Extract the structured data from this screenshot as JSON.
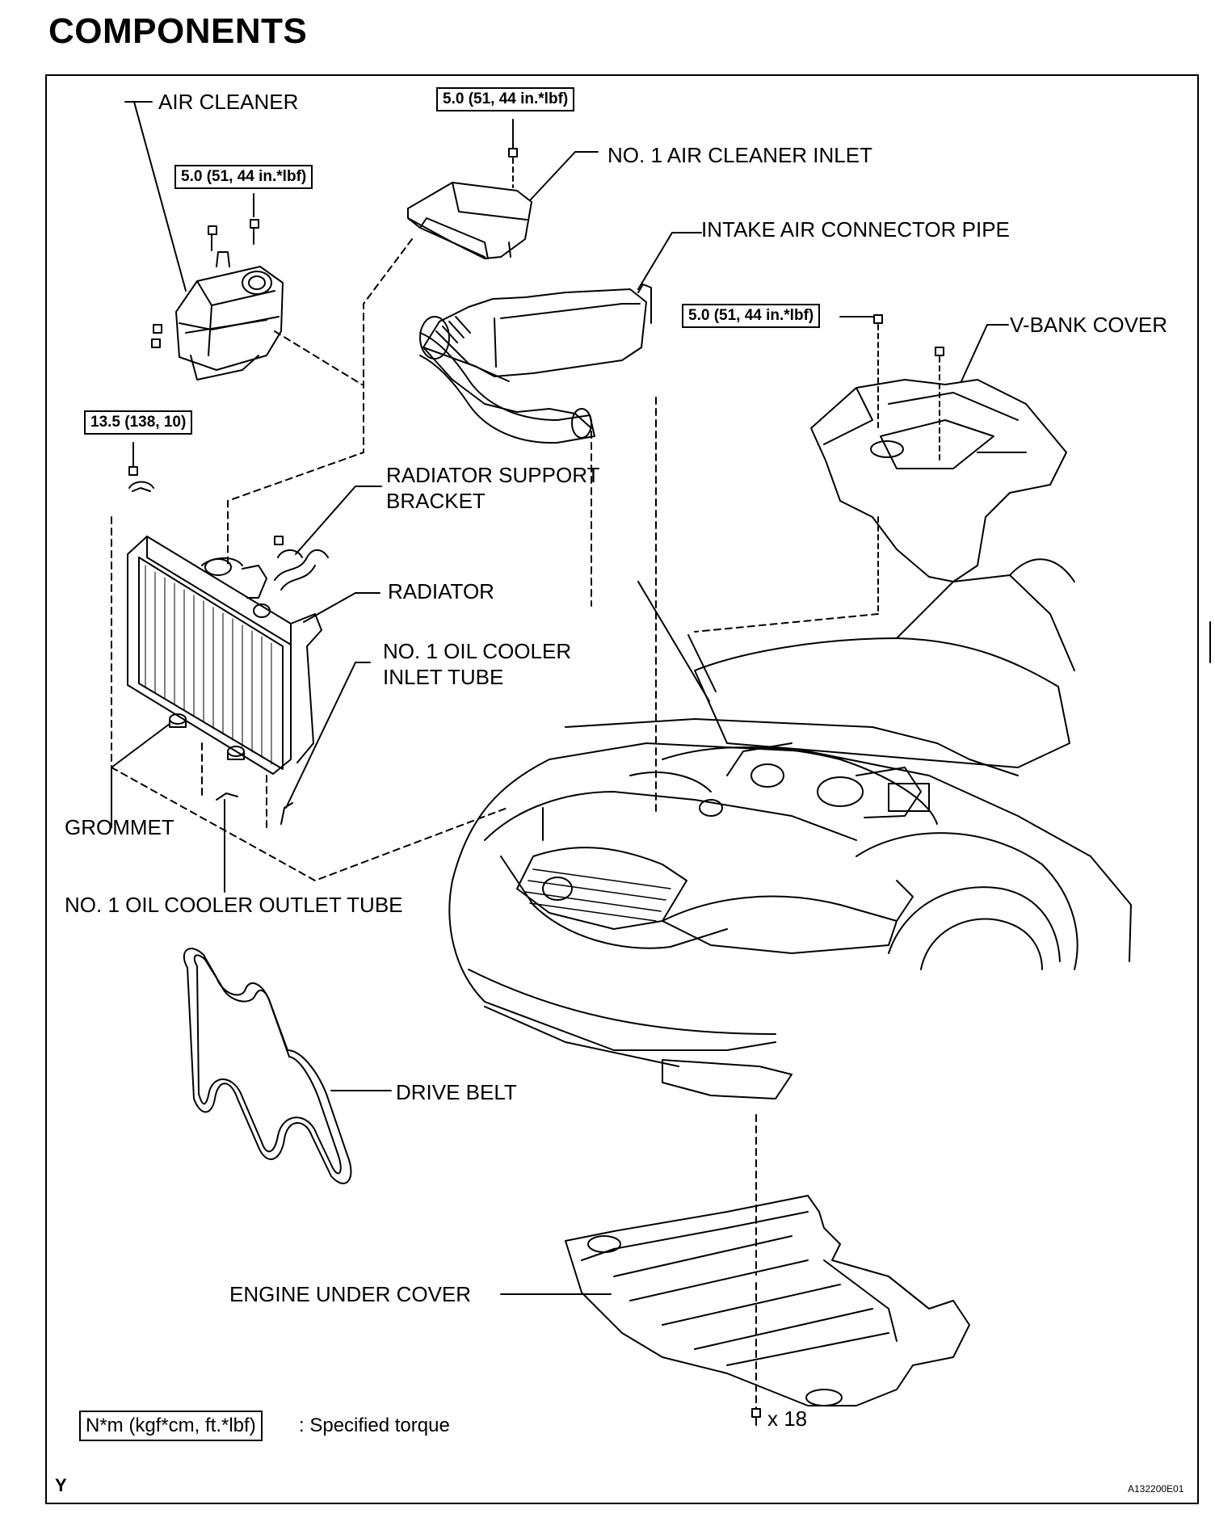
{
  "page_title": "COMPONENTS",
  "labels": {
    "air_cleaner": "AIR CLEANER",
    "no1_air_cleaner_inlet": "NO. 1 AIR CLEANER INLET",
    "intake_air_connector_pipe": "INTAKE AIR CONNECTOR PIPE",
    "v_bank_cover": "V-BANK COVER",
    "radiator_support_bracket_1": "RADIATOR SUPPORT",
    "radiator_support_bracket_2": "BRACKET",
    "radiator": "RADIATOR",
    "oil_cooler_inlet_1": "NO. 1 OIL COOLER",
    "oil_cooler_inlet_2": "INLET TUBE",
    "grommet": "GROMMET",
    "oil_cooler_outlet": "NO. 1 OIL COOLER OUTLET TUBE",
    "drive_belt": "DRIVE BELT",
    "engine_under_cover": "ENGINE UNDER COVER",
    "bolt_count": "x 18"
  },
  "torques": {
    "air_cleaner": "5.0 (51, 44 in.*lbf)",
    "air_cleaner_inlet": "5.0 (51, 44 in.*lbf)",
    "v_bank_cover": "5.0 (51, 44 in.*lbf)",
    "radiator_bracket": "13.5 (138, 10)"
  },
  "legend": {
    "unit": "N*m (kgf*cm, ft.*lbf)",
    "description": ": Specified torque"
  },
  "footer": {
    "corner_mark": "Y",
    "figure_id": "A132200E01"
  }
}
